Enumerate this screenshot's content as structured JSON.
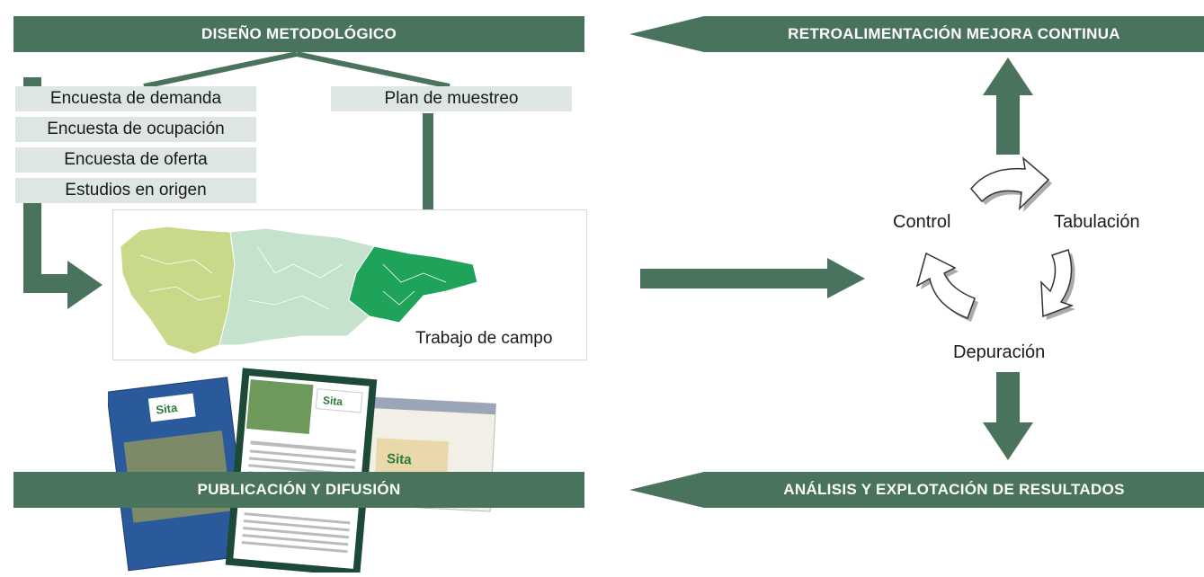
{
  "banners": {
    "diseno": "DISEÑO METODOLÓGICO",
    "retro": "RETROALIMENTACIÓN MEJORA CONTINUA",
    "publicacion": "PUBLICACIÓN Y DIFUSIÓN",
    "analisis": "ANÁLISIS Y EXPLOTACIÓN DE RESULTADOS"
  },
  "surveys": [
    "Encuesta de demanda",
    "Encuesta de ocupación",
    "Encuesta de oferta",
    "Estudios en origen"
  ],
  "plan": "Plan de muestreo",
  "trabajo": "Trabajo de campo",
  "cycle": {
    "control": "Control",
    "tabulacion": "Tabulación",
    "depuracion": "Depuración"
  },
  "colors": {
    "accent": "#4a735d",
    "box_fill": "#dde6e0",
    "map_west": "#c9d98a",
    "map_center": "#c5e2cc",
    "map_east": "#1fa35a"
  },
  "publication_logo": "Sita"
}
